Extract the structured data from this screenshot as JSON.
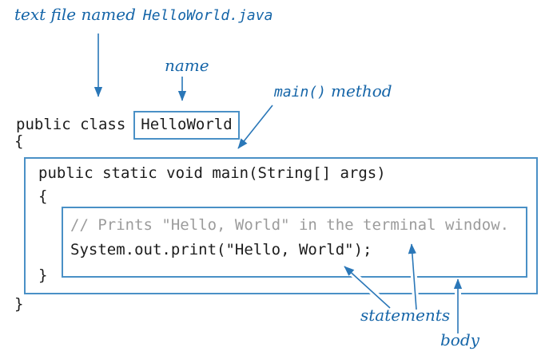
{
  "figure": {
    "annotations": {
      "file_label_text": "text file named",
      "file_label_code": "HelloWorld.java",
      "name_label": "name",
      "main_label_code": "main()",
      "main_label_text": "method",
      "statements_label": "statements",
      "body_label": "body"
    },
    "code": {
      "class_declaration_prefix": "public class",
      "class_name": "HelloWorld",
      "class_open_brace": "{",
      "main_signature": "public static void main(String[] args)",
      "main_open_brace": "{",
      "comment": "// Prints \"Hello, World\" in the terminal window.",
      "statement": "System.out.print(\"Hello, World\");",
      "main_close_brace": "}",
      "class_close_brace": "}"
    },
    "colors": {
      "annotation_blue": "#1565a8",
      "arrow_blue": "#2a77b8",
      "box_border_blue": "#4a90c6",
      "code_color": "#1c1c1c",
      "comment_gray": "#9c9c9c"
    }
  }
}
